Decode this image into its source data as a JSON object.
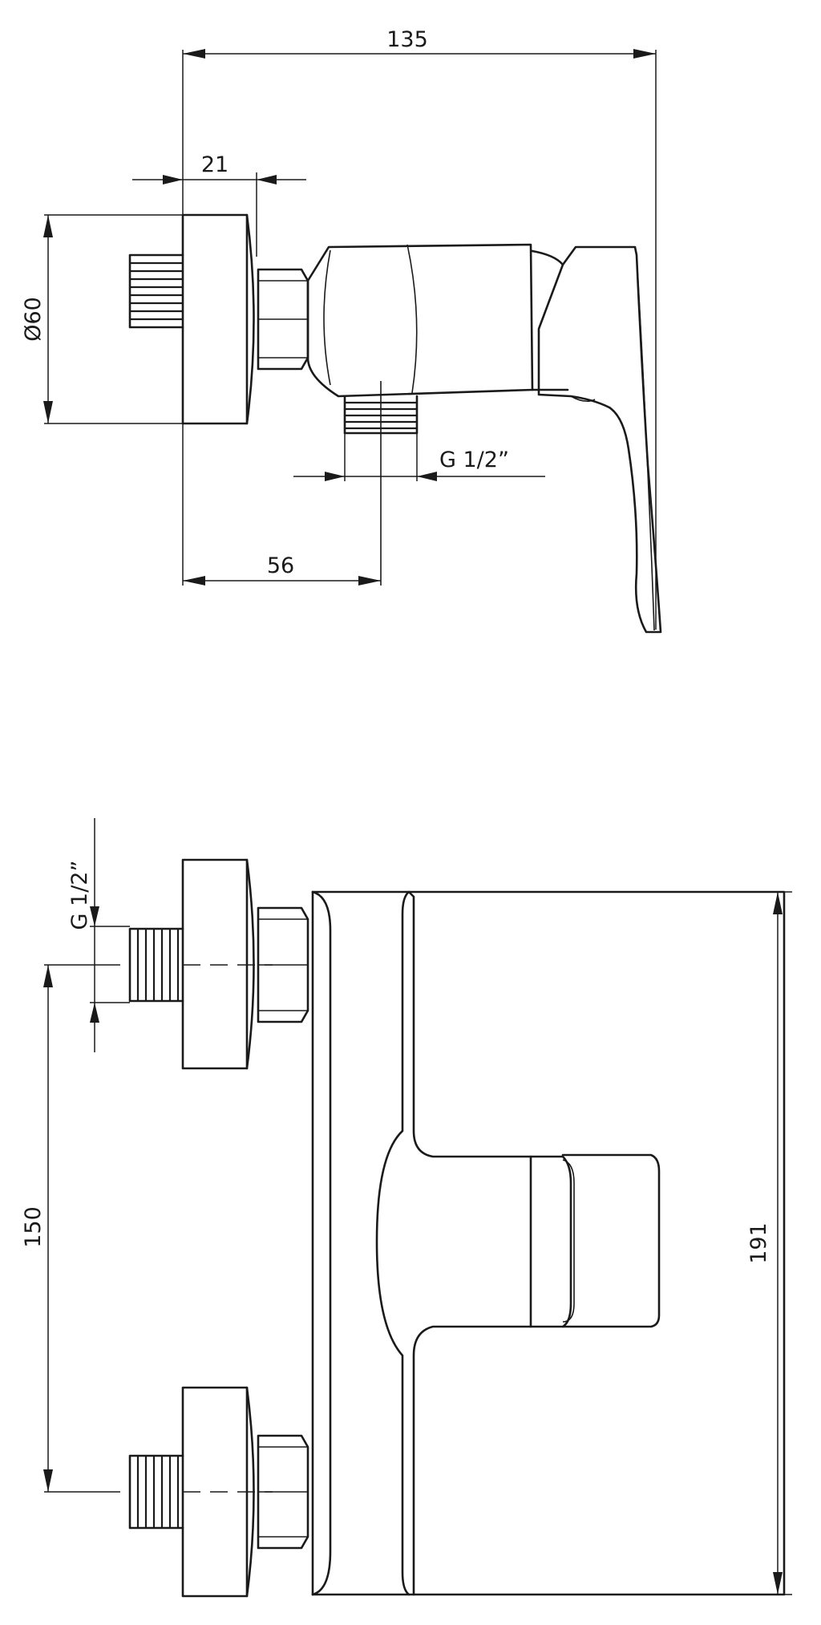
{
  "dimensions": {
    "top_width": "135",
    "top_offset": "21",
    "top_diameter": "Ø60",
    "top_thread": "G 1/2”",
    "top_outlet_distance": "56",
    "front_thread": "G 1/2”",
    "front_inlet_spacing": "150",
    "front_height": "191"
  },
  "colors": {
    "line": "#1a1a1a",
    "background": "#ffffff"
  }
}
